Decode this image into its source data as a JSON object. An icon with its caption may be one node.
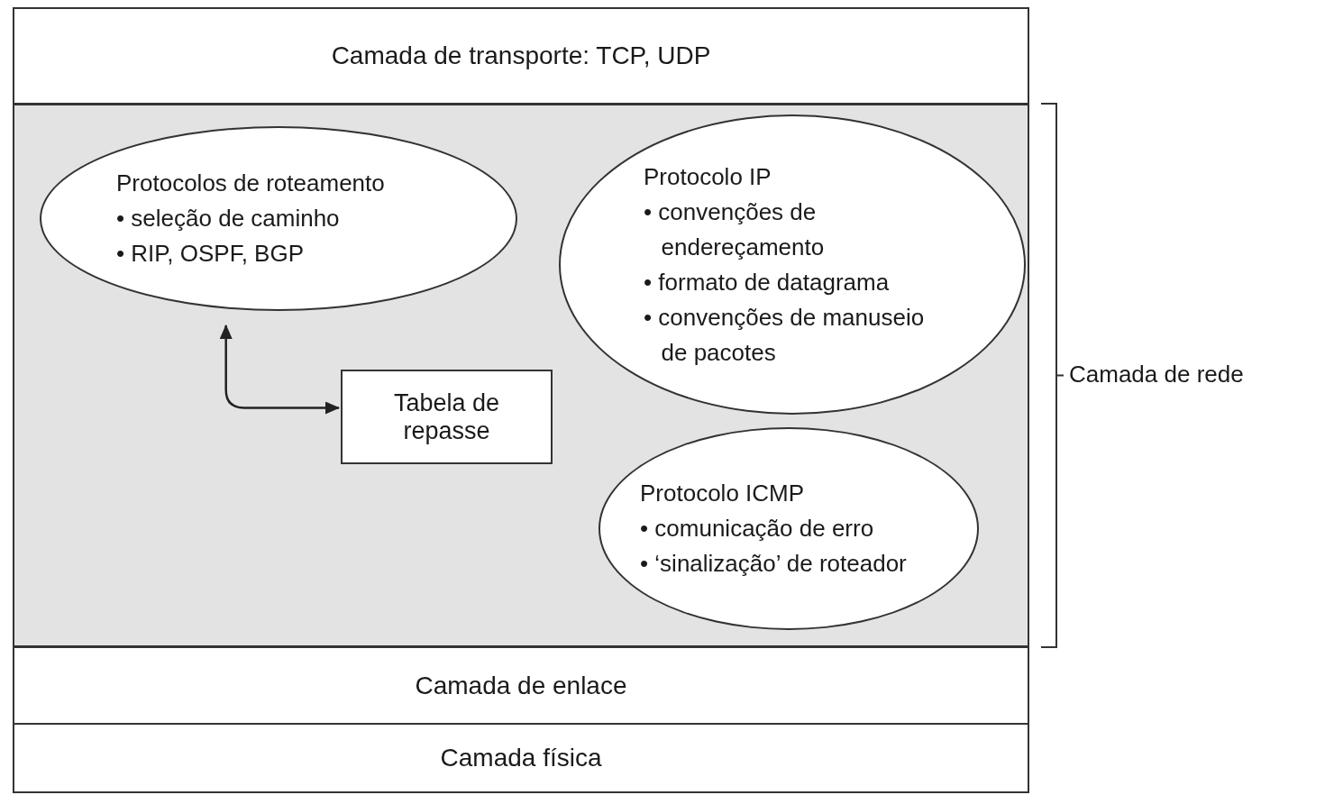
{
  "diagram": {
    "nodes": [
      {
        "text": [
          "Camada de transporte: TCP, UDP"
        ]
      },
      {
        "text": [],
        "shape": "box",
        "beside": [
          "Camada de rede"
        ]
      },
      {
        "text": [
          "Protocolos de roteamento",
          "• seleção de caminho",
          "• RIP, OSPF, BGP"
        ],
        "in": 1
      },
      {
        "text": [
          "Protocolo IP",
          "• convenções de endereçamento",
          "• formato de datagrama",
          "• convenções de manuseio de pacotes"
        ],
        "in": 1
      },
      {
        "text": [
          "Tabela de repasse"
        ],
        "in": 1
      },
      {
        "text": [
          "Protocolo ICMP",
          "• comunicação de erro",
          "• ‘sinalização’ de roteador"
        ],
        "in": 1
      },
      {
        "text": [
          "Camada de enlace"
        ]
      },
      {
        "text": [
          "Camada física"
        ]
      }
    ],
    "edges": [
      {
        "from": 2,
        "to": 4,
        "arrow": "both"
      }
    ]
  }
}
